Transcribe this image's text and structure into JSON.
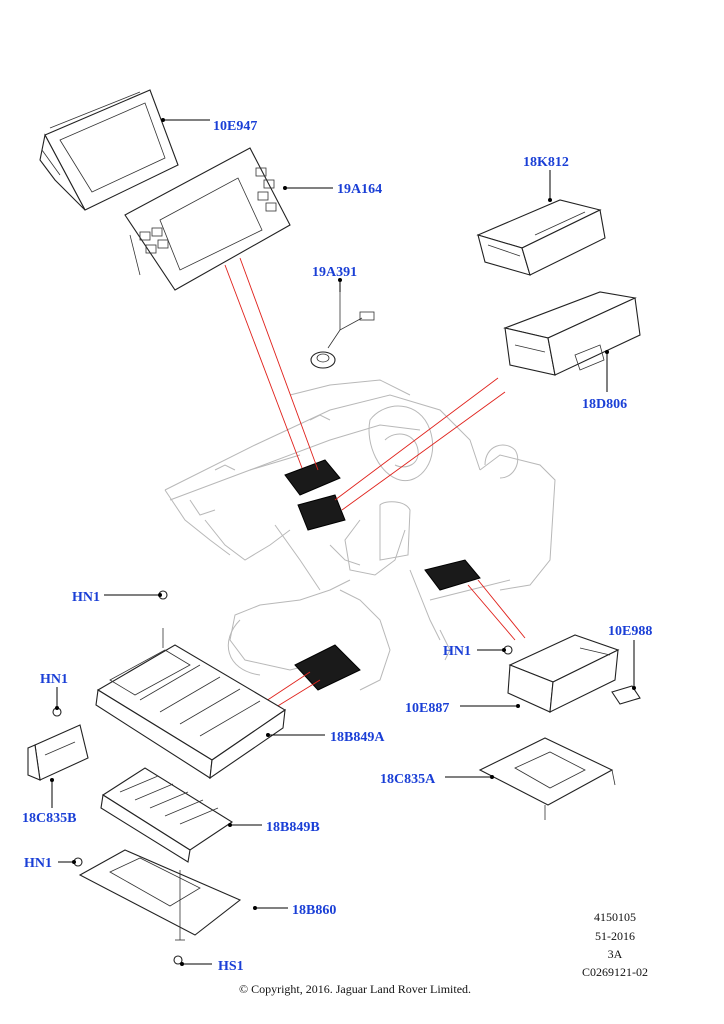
{
  "callouts": {
    "c10E947": "10E947",
    "c19A164": "19A164",
    "c18K812": "18K812",
    "c19A391": "19A391",
    "c18D806": "18D806",
    "hn1_a": "HN1",
    "hn1_b": "HN1",
    "hn1_c": "HN1",
    "hn1_d": "HN1",
    "c10E988": "10E988",
    "c10E887": "10E887",
    "c18B849A": "18B849A",
    "c18C835A": "18C835A",
    "c18C835B": "18C835B",
    "c18B849B": "18B849B",
    "c18B860": "18B860",
    "hs1": "HS1"
  },
  "info": {
    "line1": "4150105",
    "line2": "51-2016",
    "line3": "3A",
    "line4": "C0269121-02"
  },
  "copyright": "© Copyright, 2016. Jaguar Land Rover Limited.",
  "colors": {
    "callout": "#1a3fd6",
    "red_leader": "#e0211b"
  }
}
